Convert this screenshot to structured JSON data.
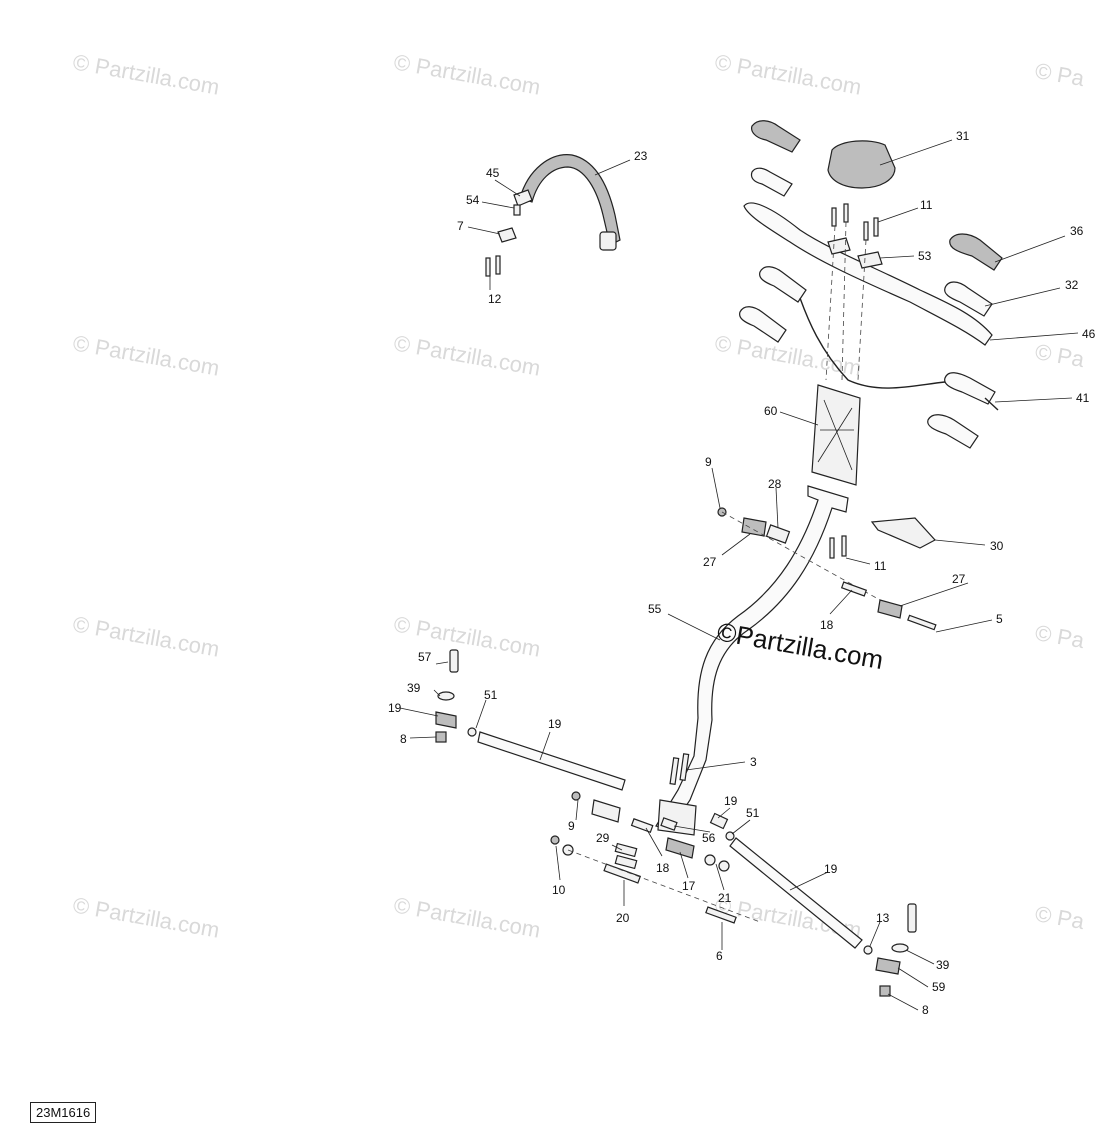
{
  "watermark": {
    "text": "© Partzilla.com",
    "short_text": "© Pa"
  },
  "center_brand": "©Partzilla.com",
  "diagram_code": "23M1616",
  "callouts": {
    "c23": "23",
    "c45": "45",
    "c54": "54",
    "c7": "7",
    "c12": "12",
    "c31": "31",
    "c11a": "11",
    "c36": "36",
    "c53": "53",
    "c32": "32",
    "c46": "46",
    "c41": "41",
    "c60": "60",
    "c9a": "9",
    "c28": "28",
    "c30": "30",
    "c27a": "27",
    "c11b": "11",
    "c27b": "27",
    "c5": "5",
    "c18a": "18",
    "c55": "55",
    "c57": "57",
    "c39a": "39",
    "c51a": "51",
    "c19a": "19",
    "c19b": "19",
    "c8a": "8",
    "c3": "3",
    "c19c": "19",
    "c51b": "51",
    "c9b": "9",
    "c56": "56",
    "c29": "29",
    "c18b": "18",
    "c17": "17",
    "c10": "10",
    "c21": "21",
    "c19d": "19",
    "c20": "20",
    "c13": "13",
    "c6": "6",
    "c39b": "39",
    "c59": "59",
    "c8b": "8"
  }
}
